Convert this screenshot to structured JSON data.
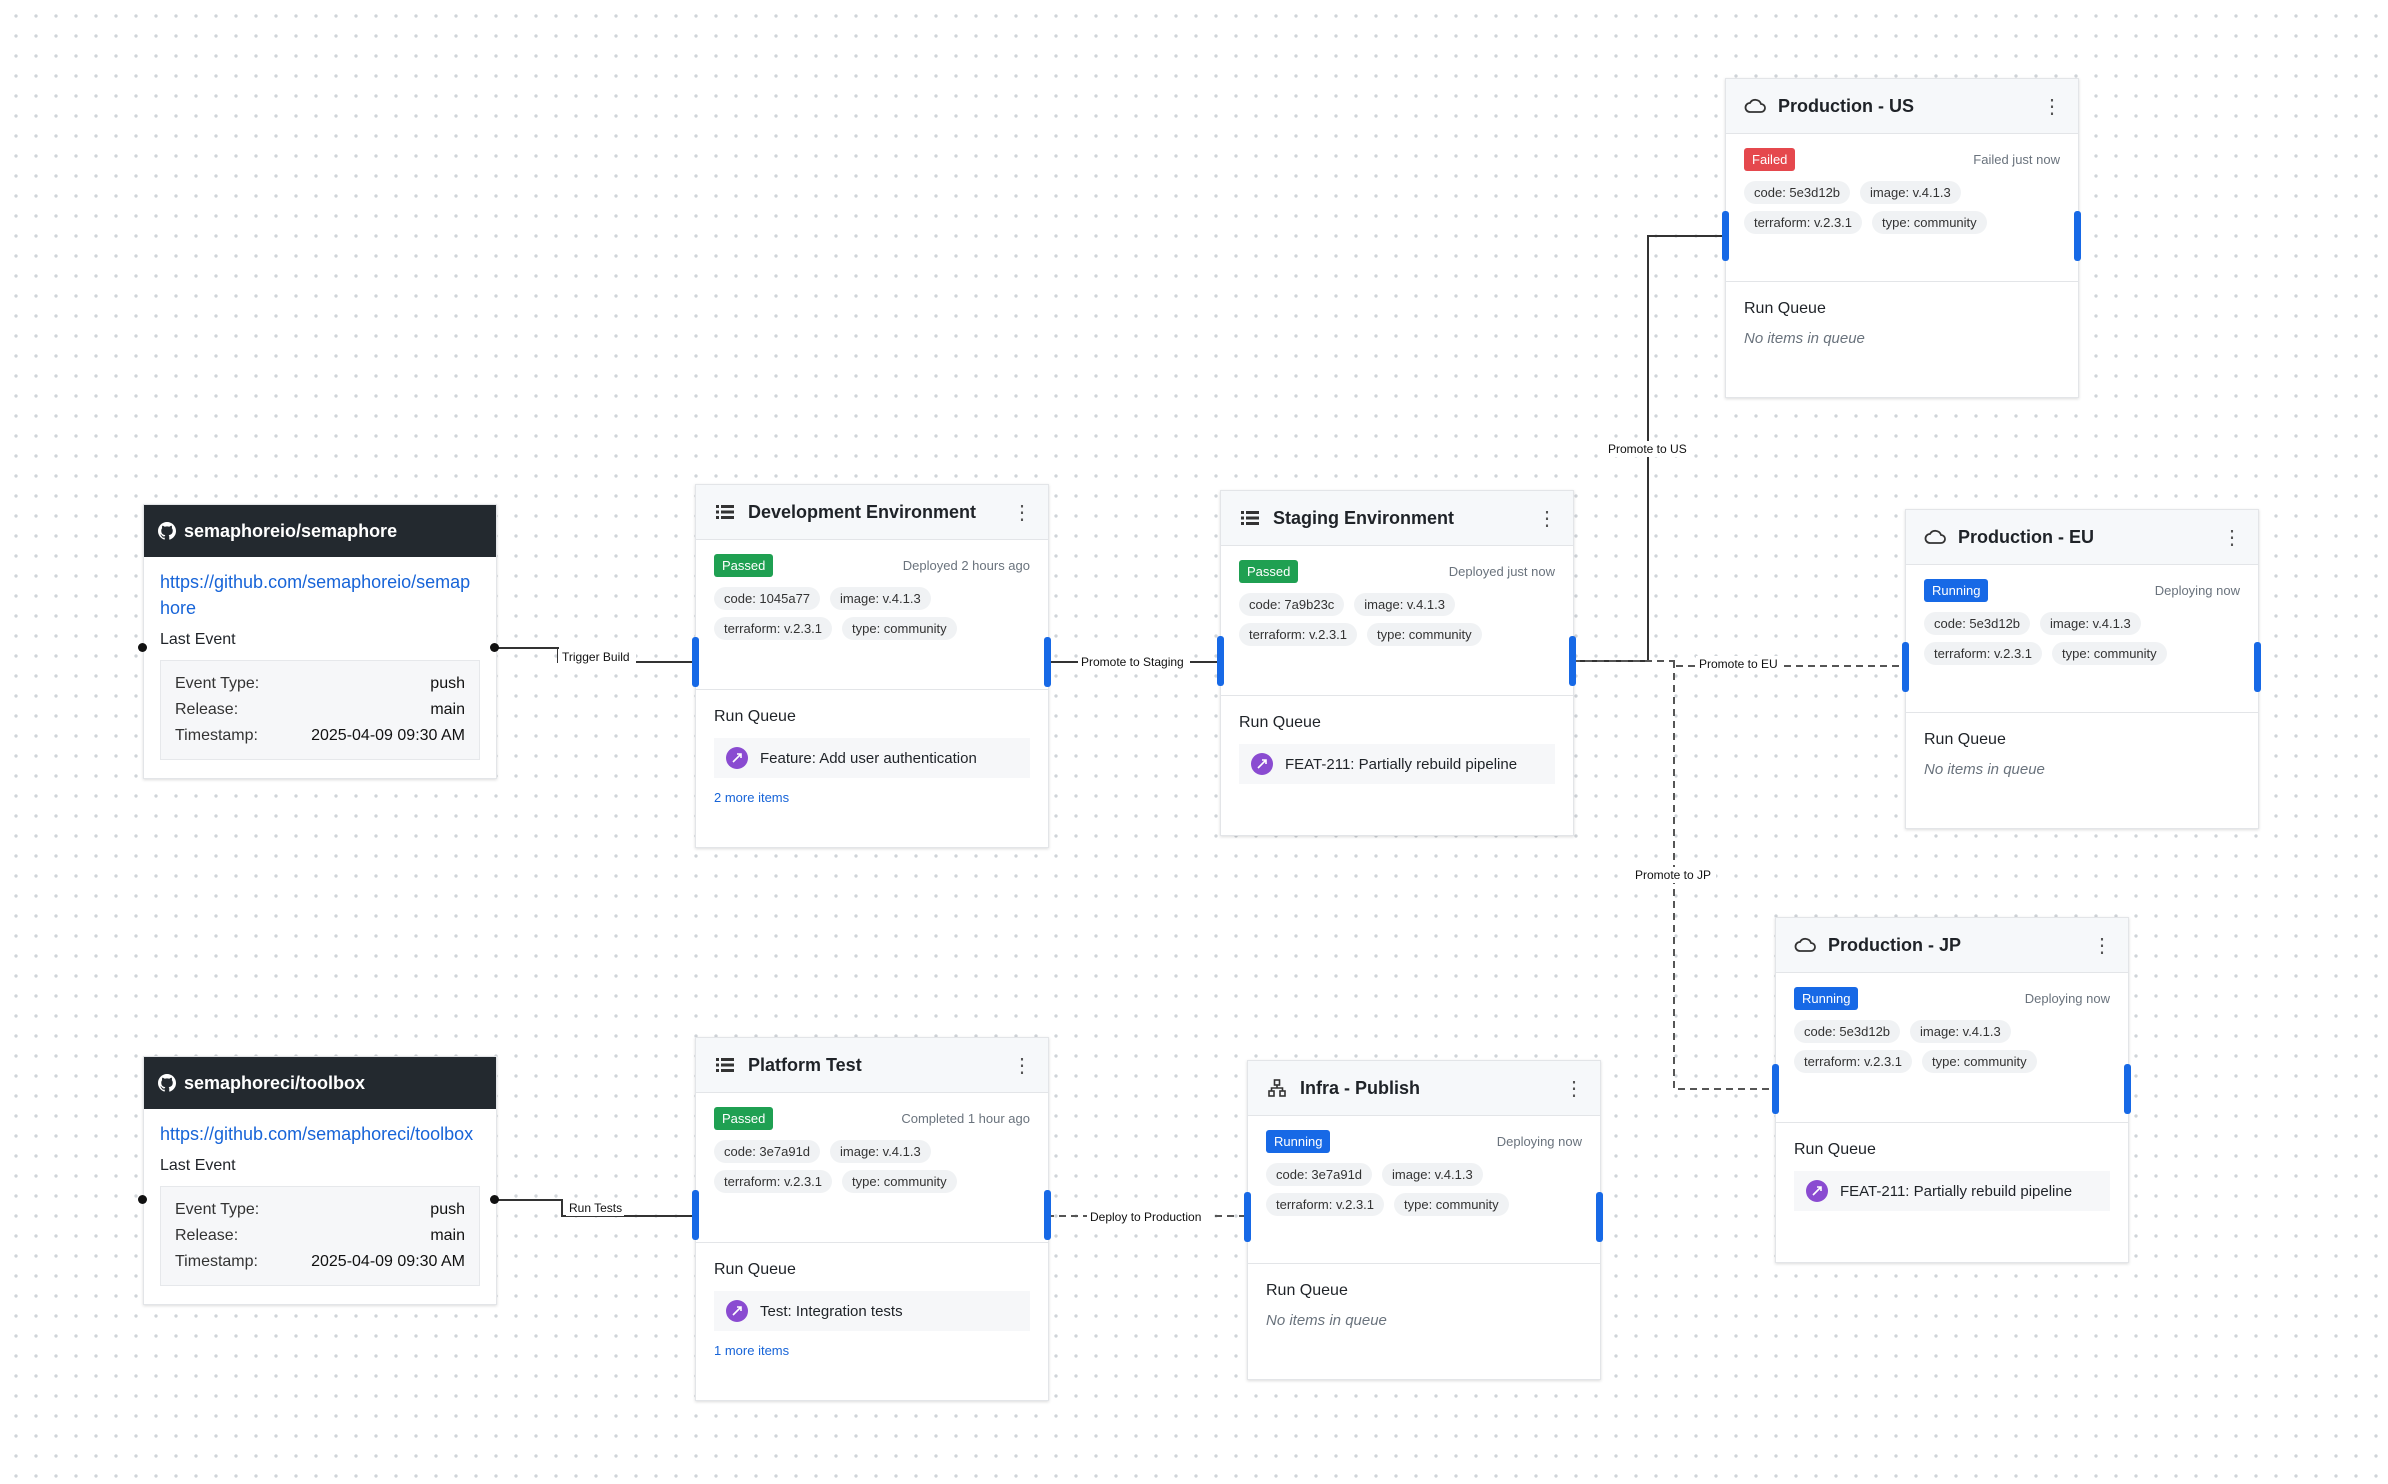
{
  "sources": [
    {
      "repo": "semaphoreio/semaphore",
      "url": "https://github.com/semaphoreio/semaphore",
      "last_event_label": "Last Event",
      "event_type_label": "Event Type:",
      "event_type": "push",
      "release_label": "Release:",
      "release": "main",
      "timestamp_label": "Timestamp:",
      "timestamp": "2025-04-09 09:30 AM"
    },
    {
      "repo": "semaphoreci/toolbox",
      "url": "https://github.com/semaphoreci/toolbox",
      "last_event_label": "Last Event",
      "event_type_label": "Event Type:",
      "event_type": "push",
      "release_label": "Release:",
      "release": "main",
      "timestamp_label": "Timestamp:",
      "timestamp": "2025-04-09 09:30 AM"
    }
  ],
  "stages": {
    "dev": {
      "icon": "list-icon",
      "title": "Development Environment",
      "status": "Passed",
      "status_time": "Deployed 2 hours ago",
      "tags": [
        "code: 1045a77",
        "image: v.4.1.3",
        "terraform: v.2.3.1",
        "type: community"
      ],
      "queue_title": "Run Queue",
      "queue_item": "Feature: Add user authentication",
      "more": "2 more items"
    },
    "staging": {
      "icon": "list-icon",
      "title": "Staging Environment",
      "status": "Passed",
      "status_time": "Deployed just now",
      "tags": [
        "code: 7a9b23c",
        "image: v.4.1.3",
        "terraform: v.2.3.1",
        "type: community"
      ],
      "queue_title": "Run Queue",
      "queue_item": "FEAT-211: Partially rebuild pipeline"
    },
    "prod_us": {
      "icon": "cloud-icon",
      "title": "Production - US",
      "status": "Failed",
      "status_time": "Failed just now",
      "tags": [
        "code: 5e3d12b",
        "image: v.4.1.3",
        "terraform: v.2.3.1",
        "type: community"
      ],
      "queue_title": "Run Queue",
      "queue_empty": "No items in queue"
    },
    "prod_eu": {
      "icon": "cloud-icon",
      "title": "Production - EU",
      "status": "Running",
      "status_time": "Deploying now",
      "tags": [
        "code: 5e3d12b",
        "image: v.4.1.3",
        "terraform: v.2.3.1",
        "type: community"
      ],
      "queue_title": "Run Queue",
      "queue_empty": "No items in queue"
    },
    "prod_jp": {
      "icon": "cloud-icon",
      "title": "Production - JP",
      "status": "Running",
      "status_time": "Deploying now",
      "tags": [
        "code: 5e3d12b",
        "image: v.4.1.3",
        "terraform: v.2.3.1",
        "type: community"
      ],
      "queue_title": "Run Queue",
      "queue_item": "FEAT-211: Partially rebuild pipeline"
    },
    "platform_test": {
      "icon": "list-icon",
      "title": "Platform Test",
      "status": "Passed",
      "status_time": "Completed 1 hour ago",
      "tags": [
        "code: 3e7a91d",
        "image: v.4.1.3",
        "terraform: v.2.3.1",
        "type: community"
      ],
      "queue_title": "Run Queue",
      "queue_item": "Test: Integration tests",
      "more": "1 more items"
    },
    "infra_publish": {
      "icon": "hierarchy-icon",
      "title": "Infra - Publish",
      "status": "Running",
      "status_time": "Deploying now",
      "tags": [
        "code: 3e7a91d",
        "image: v.4.1.3",
        "terraform: v.2.3.1",
        "type: community"
      ],
      "queue_title": "Run Queue",
      "queue_empty": "No items in queue"
    }
  },
  "edges": {
    "trigger_build": "Trigger Build",
    "promote_staging": "Promote to Staging",
    "promote_us": "Promote to US",
    "promote_eu": "Promote to EU",
    "promote_jp": "Promote to JP",
    "run_tests": "Run Tests",
    "deploy_production": "Deploy to Production"
  },
  "colors": {
    "passed": "#1fa052",
    "failed": "#e5484d",
    "running": "#1769e6",
    "port": "#1769e6",
    "header_dark": "#23292f",
    "link": "#1764d8"
  }
}
